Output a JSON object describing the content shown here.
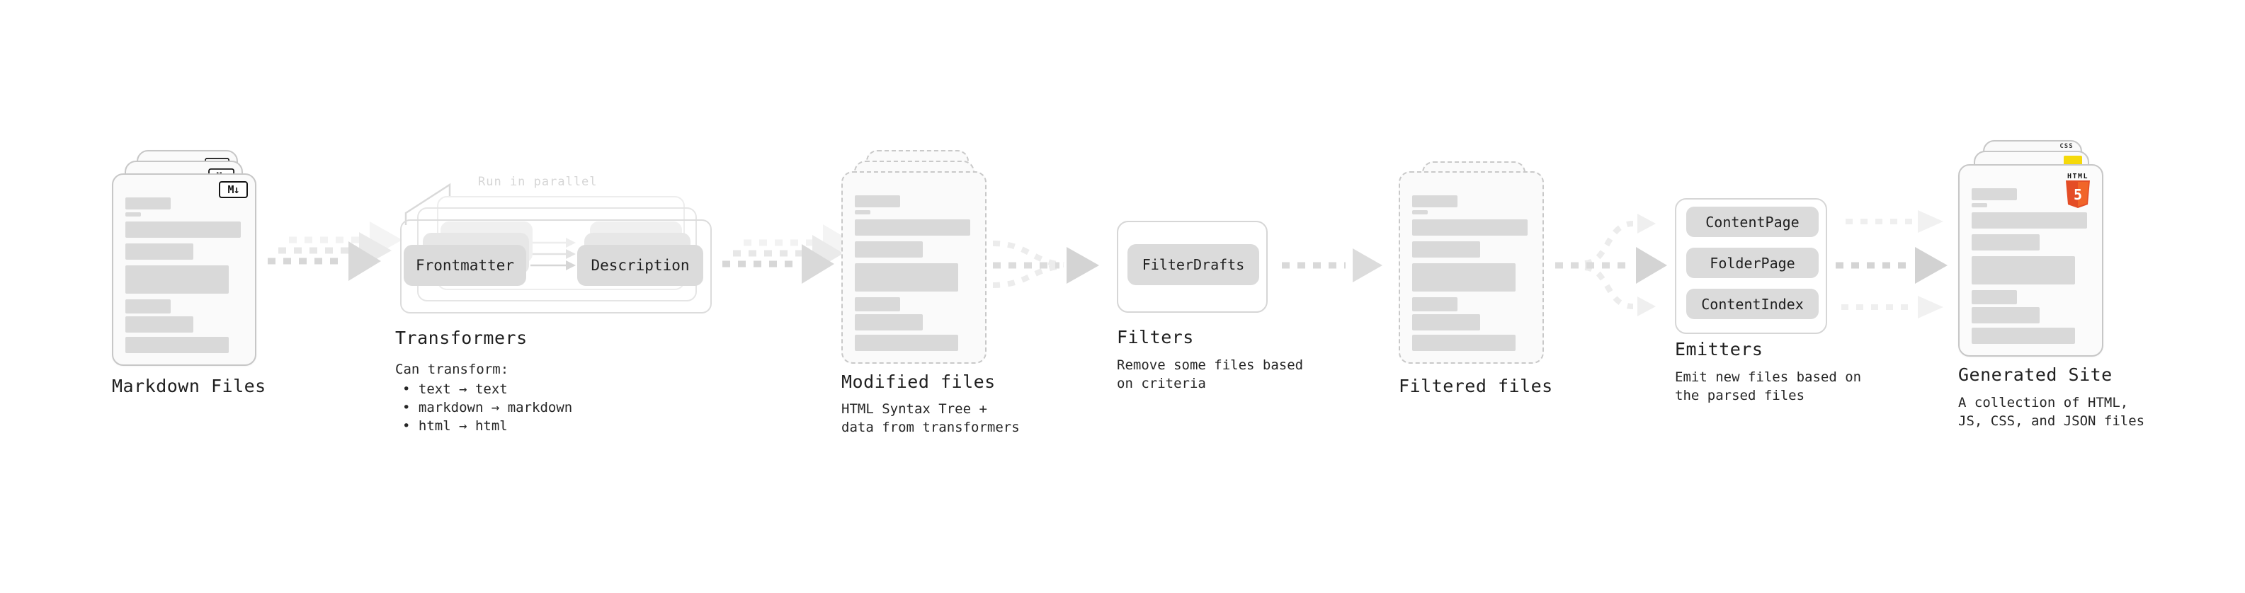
{
  "markdown": {
    "label": "Markdown Files",
    "badge": "M↓"
  },
  "transformers": {
    "label": "Transformers",
    "annotation": "Run in parallel",
    "pill_left": "Frontmatter",
    "pill_right": "Description",
    "desc_title": "Can transform:",
    "bullet_char": "•",
    "bullets": [
      "text → text",
      "markdown → markdown",
      "html → html"
    ]
  },
  "modified": {
    "label": "Modified files",
    "desc_line1": "HTML Syntax Tree +",
    "desc_line2": "data from transformers"
  },
  "filters": {
    "label": "Filters",
    "pill": "FilterDrafts",
    "desc_line1": "Remove some files based",
    "desc_line2": "on criteria"
  },
  "filtered": {
    "label": "Filtered files"
  },
  "emitters": {
    "label": "Emitters",
    "pills": [
      "ContentPage",
      "FolderPage",
      "ContentIndex"
    ],
    "desc_line1": "Emit new files based on",
    "desc_line2": "the parsed files"
  },
  "generated": {
    "label": "Generated Site",
    "desc_line1": "A collection of HTML,",
    "desc_line2": "JS, CSS, and JSON files",
    "badge_html_word": "HTML",
    "badge_html_number": "5",
    "badge_css_word": "CSS"
  },
  "icons": {
    "markdown-icon": "M↓ boxed glyph",
    "html5-icon": "orange HTML5 shield",
    "javascript-icon": "yellow JS square",
    "css-icon": "CSS word with blue underline",
    "arrow-icon": "dashed right arrow"
  },
  "colors": {
    "accent_orange": "#e44d26",
    "accent_orange_light": "#f16529",
    "accent_yellow": "#f5d90a",
    "accent_blue": "#2b6de8",
    "gray_bar": "#d9d9d9",
    "gray_pill": "#dbdbdb",
    "card_background": "#fafafa",
    "card_border": "#c7c7c7",
    "arrow_gray": "#d4d4d4",
    "annotation_gray": "#d6d6d6",
    "text": "#1f1f1f"
  }
}
